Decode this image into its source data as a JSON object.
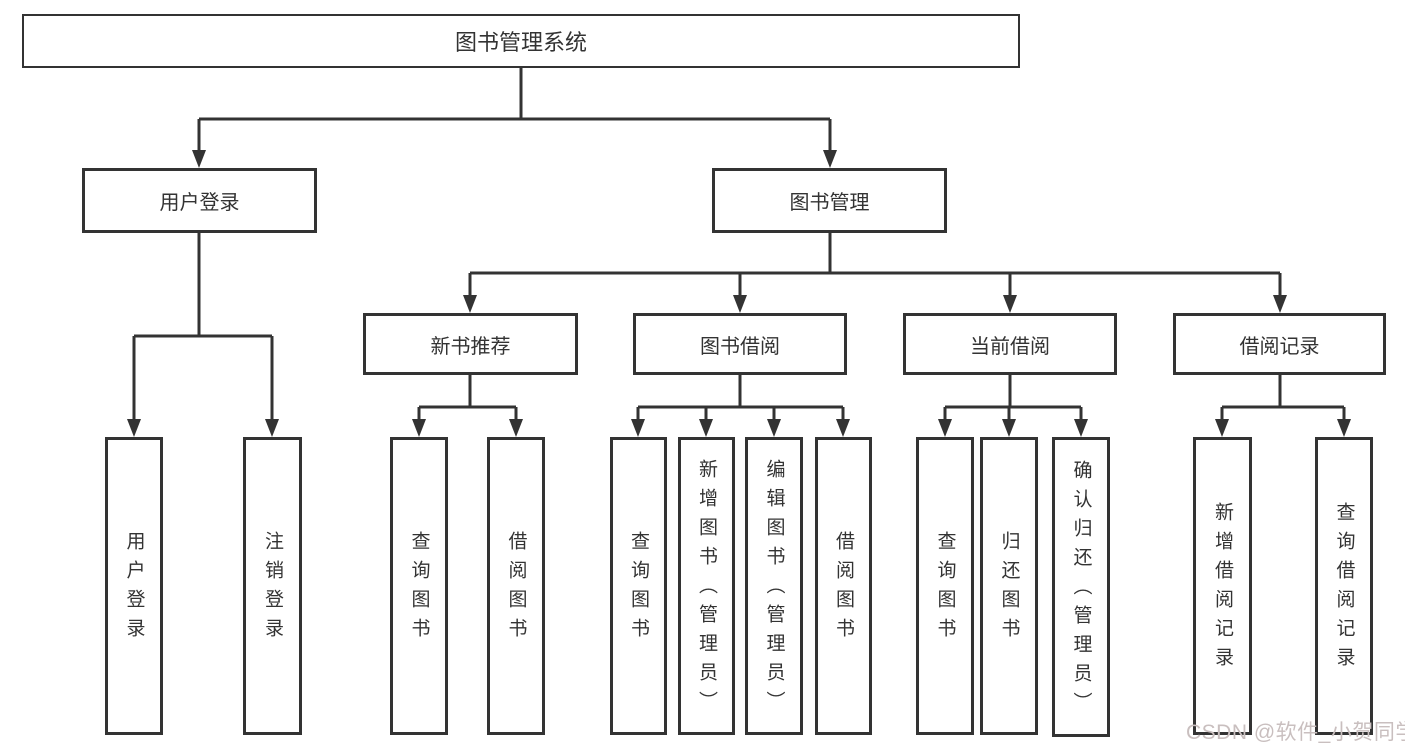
{
  "diagram": {
    "title_node": {
      "label": "图书管理系统"
    },
    "level2": {
      "user_login": {
        "label": "用户登录"
      },
      "book_mgmt": {
        "label": "图书管理"
      }
    },
    "level3": {
      "new_book_rec": {
        "label": "新书推荐"
      },
      "book_borrow": {
        "label": "图书借阅"
      },
      "current_borrow": {
        "label": "当前借阅"
      },
      "borrow_records": {
        "label": "借阅记录"
      }
    },
    "leaves": {
      "user_login": [
        "用户登录",
        "注销登录"
      ],
      "new_book_rec": [
        "查询图书",
        "借阅图书"
      ],
      "book_borrow": [
        "查询图书",
        "新增图书（管理员）",
        "编辑图书（管理员）",
        "借阅图书"
      ],
      "current_borrow": [
        "查询图书",
        "归还图书",
        "确认归还（管理员）"
      ],
      "borrow_records": [
        "新增借阅记录",
        "查询借阅记录"
      ]
    },
    "colors": {
      "line": "#333333",
      "text": "#333333",
      "background": "#ffffff",
      "watermark": "#c9bfbf"
    }
  },
  "watermark": {
    "text": "CSDN @软件_小贺同学"
  }
}
